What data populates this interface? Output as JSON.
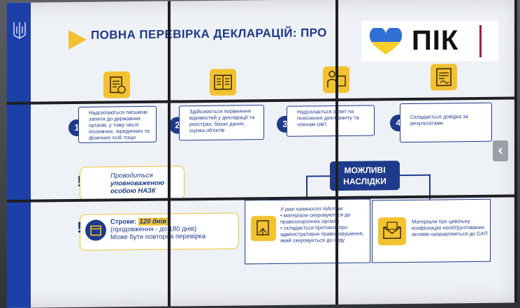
{
  "slide": {
    "title": "ПОВНА ПЕРЕВІРКА ДЕКЛАРАЦІЙ: ПРО"
  },
  "steps": [
    {
      "num": "1",
      "text": "Надсилаються письмові запити до державних органів, у тому числі іноземних, юридичних та фізичних осіб тощо"
    },
    {
      "num": "2",
      "text": "Здійснюється порівняння відомостей у декларації та реєстрах, базах даних, оцінка об'єктів"
    },
    {
      "num": "3",
      "text": "Надсилається запит на пояснення декларанту та членам сім'ї"
    },
    {
      "num": "4",
      "text": "Складається довідка за результатами"
    }
  ],
  "notice_officer": {
    "line1": "Проводиться",
    "line2": "уповноваженою",
    "line3": "особою НАЗК"
  },
  "notice_terms": {
    "label": "Строки:",
    "days": "120 днів",
    "extension": "(продовження - до 180 днів)",
    "repeat": "Може бути повторна перевірка"
  },
  "consequences": {
    "title_line1": "МОЖЛИВІ",
    "title_line2": "НАСЛІДКИ"
  },
  "result_left": {
    "intro": "У разі наявності підстав:",
    "items": [
      "матеріали скеровуються до правоохоронних органів",
      "складається протокол про адміністративне правопорушення, який скеровується до суду"
    ]
  },
  "result_right": {
    "text": "Матеріали про цивільну конфіскацію необґрунтованих активів направляються до САП"
  },
  "logo": {
    "text": "ПІК",
    "colors": {
      "heart_top": "#2f6fd6",
      "heart_bottom": "#f5d02a",
      "accent_bar": "#b0183a"
    }
  },
  "colors": {
    "primary": "#1e3a8a",
    "accent": "#f2c230"
  }
}
